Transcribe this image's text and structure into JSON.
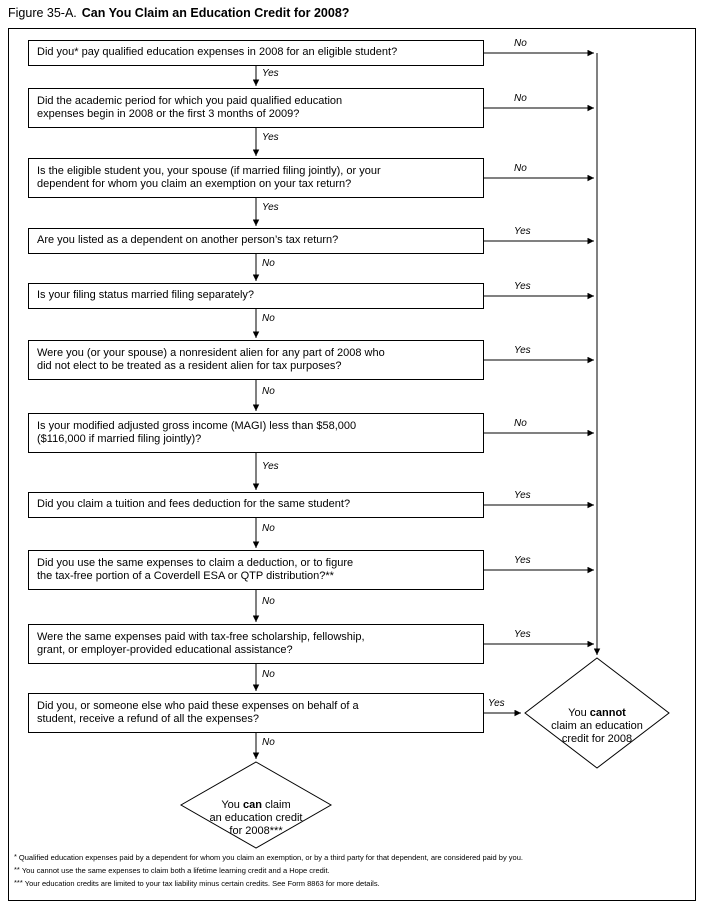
{
  "title": {
    "figure": "Figure 35-A.",
    "text": "Can You Claim an Education Credit for 2008?"
  },
  "boxes": [
    {
      "text": "Did you* pay qualified education expenses in 2008 for an eligible student?",
      "right": "No",
      "down": "Yes"
    },
    {
      "text": "Did the academic period for which you paid qualified education\nexpenses begin in 2008 or the first 3 months of 2009?",
      "right": "No",
      "down": "Yes"
    },
    {
      "text": "Is the eligible student you, your spouse (if married filing jointly), or your\ndependent for whom you claim an exemption on your tax return?",
      "right": "No",
      "down": "Yes"
    },
    {
      "text": "Are you listed as a dependent on another person’s tax return?",
      "right": "Yes",
      "down": "No"
    },
    {
      "text": "Is your filing status married filing separately?",
      "right": "Yes",
      "down": "No"
    },
    {
      "text": "Were you (or your spouse) a nonresident alien for any part of 2008 who\ndid not elect to be treated as a resident alien for tax purposes?",
      "right": "Yes",
      "down": "No"
    },
    {
      "text": "Is your modified adjusted gross income (MAGI) less than $58,000\n($116,000 if married filing jointly)?",
      "right": "No",
      "down": "Yes"
    },
    {
      "text": "Did you claim a tuition and fees deduction for the same student?",
      "right": "Yes",
      "down": "No"
    },
    {
      "text": "Did you use the same expenses to claim a deduction, or to figure\nthe tax-free portion of a Coverdell ESA or QTP distribution?**",
      "right": "Yes",
      "down": "No"
    },
    {
      "text": "Were the same expenses paid with tax-free scholarship, fellowship,\ngrant, or employer-provided educational assistance?",
      "right": "Yes",
      "down": "No"
    },
    {
      "text": "Did you, or someone else who paid these expenses on behalf of a\nstudent, receive a refund of all the expenses?",
      "right": "Yes",
      "down": "No"
    }
  ],
  "terminals": {
    "cannot": {
      "pre": "You ",
      "bold": "cannot",
      "post": "\nclaim an education\ncredit for 2008"
    },
    "can": {
      "pre": "You ",
      "bold": "can",
      "post": " claim\nan education credit\nfor 2008***"
    }
  },
  "footnotes": [
    {
      "marker": "*",
      "text": "Qualified education expenses paid by a dependent for whom you claim an exemption, or by a third party for that dependent, are considered paid by you."
    },
    {
      "marker": "**",
      "text": "You cannot use the same expenses to claim both a lifetime learning credit and a Hope credit."
    },
    {
      "marker": "***",
      "text": "Your education credits are limited to your tax liability minus certain credits. See Form 8863 for more details."
    }
  ]
}
